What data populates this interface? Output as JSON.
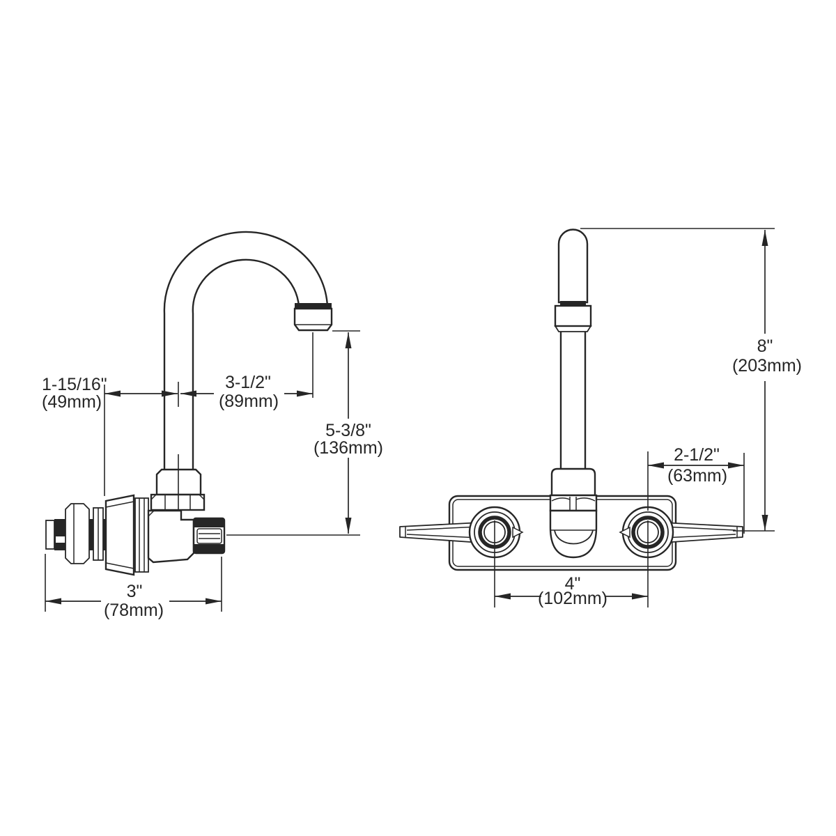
{
  "page": {
    "background": "#ffffff",
    "line_color": "#262626",
    "description_labels_only": "technical dimension drawing of wall-mount gooseneck faucet, two views"
  },
  "dimensions": {
    "side": {
      "wall_to_spout_center": {
        "in": "1-15/16\"",
        "mm": "(49mm)"
      },
      "spout_reach": {
        "in": "3-1/2\"",
        "mm": "(89mm)"
      },
      "spout_tip_height": {
        "in": "5-3/8\"",
        "mm": "(136mm)"
      },
      "overall_depth": {
        "in": "3\"",
        "mm": "(78mm)"
      }
    },
    "front": {
      "spout_height": {
        "in": "8\"",
        "mm": "(203mm)"
      },
      "handle_length": {
        "in": "2-1/2\"",
        "mm": "(63mm)"
      },
      "handle_centers": {
        "in": "4\"",
        "mm": "(102mm)"
      }
    }
  }
}
